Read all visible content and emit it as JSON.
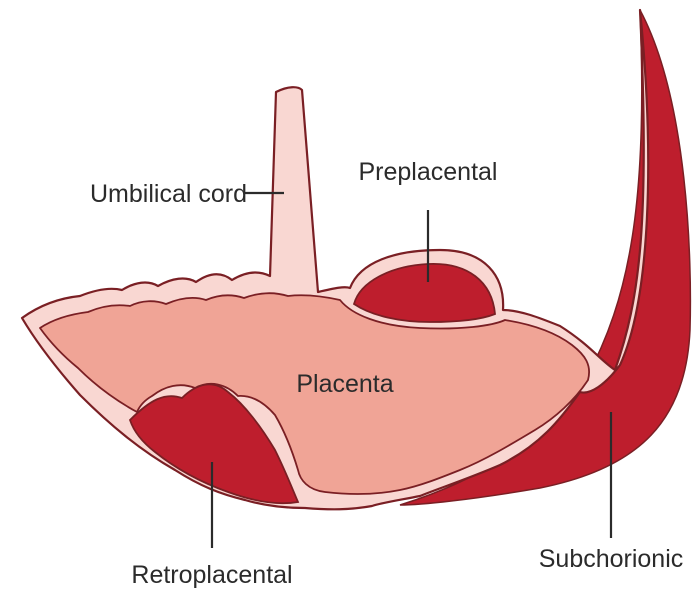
{
  "labels": {
    "umbilical_cord": "Umbilical cord",
    "preplacental": "Preplacental",
    "placenta": "Placenta",
    "retroplacental": "Retroplacental",
    "subchorionic": "Subchorionic"
  },
  "colors": {
    "membrane": "#f9d7d2",
    "membrane_outline": "#7a1f24",
    "placenta_tissue": "#f0a496",
    "hematoma": "#be1e2d",
    "label_text": "#2b2b2b"
  }
}
